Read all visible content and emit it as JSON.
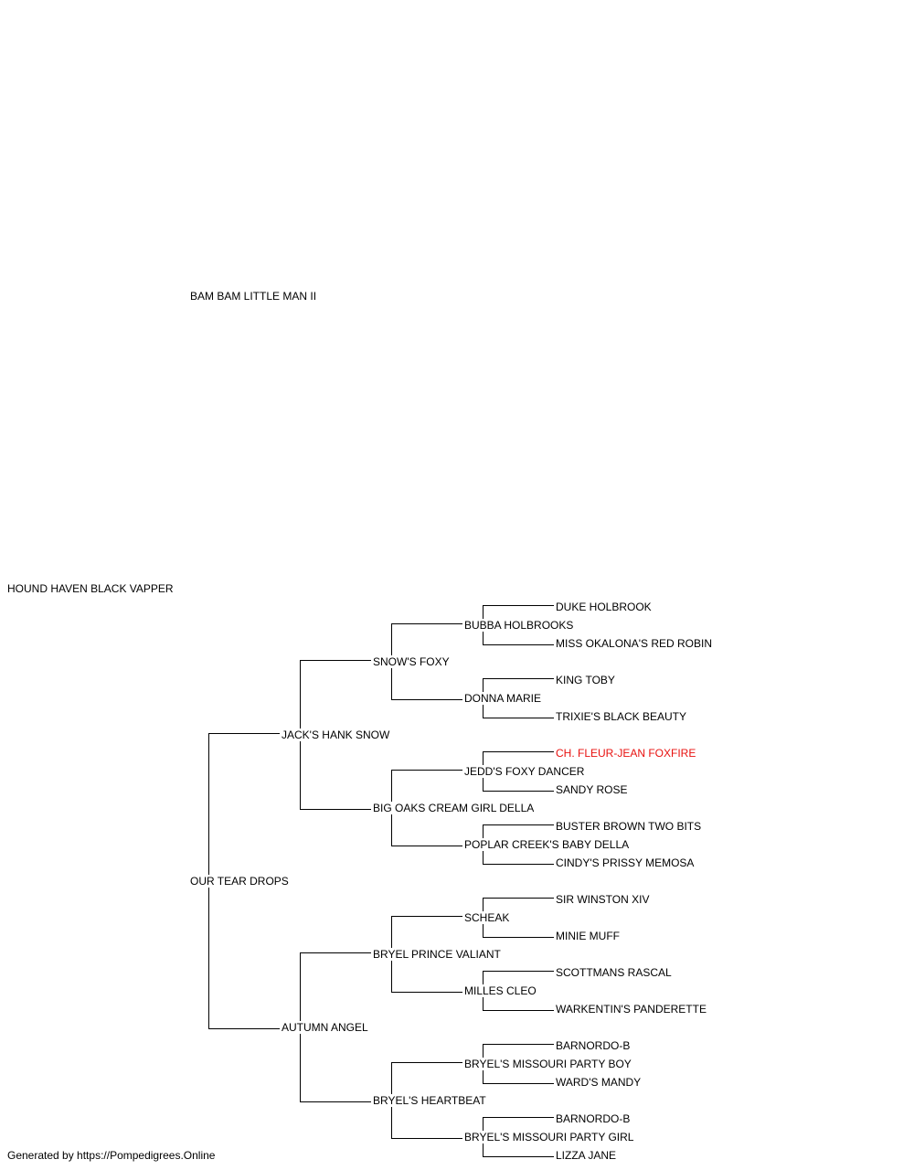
{
  "pedigree": {
    "sire": {
      "name": "HOUND HAVEN BLACK VAPPER",
      "sire": {
        "name": "BAM BAM LITTLE MAN II"
      }
    },
    "dam": {
      "name": "OUR TEAR DROPS",
      "sire": {
        "name": "JACK'S HANK SNOW",
        "sire": {
          "name": "SNOW'S FOXY",
          "sire": {
            "name": "BUBBA HOLBROOKS",
            "sire": {
              "name": "DUKE HOLBROOK"
            },
            "dam": {
              "name": "MISS OKALONA'S RED ROBIN"
            }
          },
          "dam": {
            "name": "DONNA MARIE",
            "sire": {
              "name": "KING TOBY"
            },
            "dam": {
              "name": "TRIXIE'S BLACK BEAUTY"
            }
          }
        },
        "dam": {
          "name": "BIG OAKS CREAM GIRL DELLA",
          "sire": {
            "name": "JEDD'S FOXY DANCER",
            "sire": {
              "name": "CH. FLEUR-JEAN FOXFIRE"
            },
            "dam": {
              "name": "SANDY ROSE"
            }
          },
          "dam": {
            "name": "POPLAR CREEK'S BABY DELLA",
            "sire": {
              "name": "BUSTER BROWN TWO BITS"
            },
            "dam": {
              "name": "CINDY'S PRISSY MEMOSA"
            }
          }
        }
      },
      "dam": {
        "name": "AUTUMN ANGEL",
        "sire": {
          "name": "BRYEL PRINCE VALIANT",
          "sire": {
            "name": "SCHEAK",
            "sire": {
              "name": "SIR WINSTON XIV"
            },
            "dam": {
              "name": "MINIE MUFF"
            }
          },
          "dam": {
            "name": "MILLES CLEO",
            "sire": {
              "name": "SCOTTMANS RASCAL"
            },
            "dam": {
              "name": "WARKENTIN'S PANDERETTE"
            }
          }
        },
        "dam": {
          "name": "BRYEL'S HEARTBEAT",
          "sire": {
            "name": "BRYEL'S MISSOURI PARTY BOY",
            "sire": {
              "name": "BARNORDO-B"
            },
            "dam": {
              "name": "WARD'S MANDY"
            }
          },
          "dam": {
            "name": "BRYEL'S MISSOURI PARTY GIRL",
            "sire": {
              "name": "BARNORDO-B"
            },
            "dam": {
              "name": "LIZZA JANE"
            }
          }
        }
      }
    }
  },
  "highlight_color": "#e8110f",
  "footer": "Generated by https://Pompedigrees.Online"
}
